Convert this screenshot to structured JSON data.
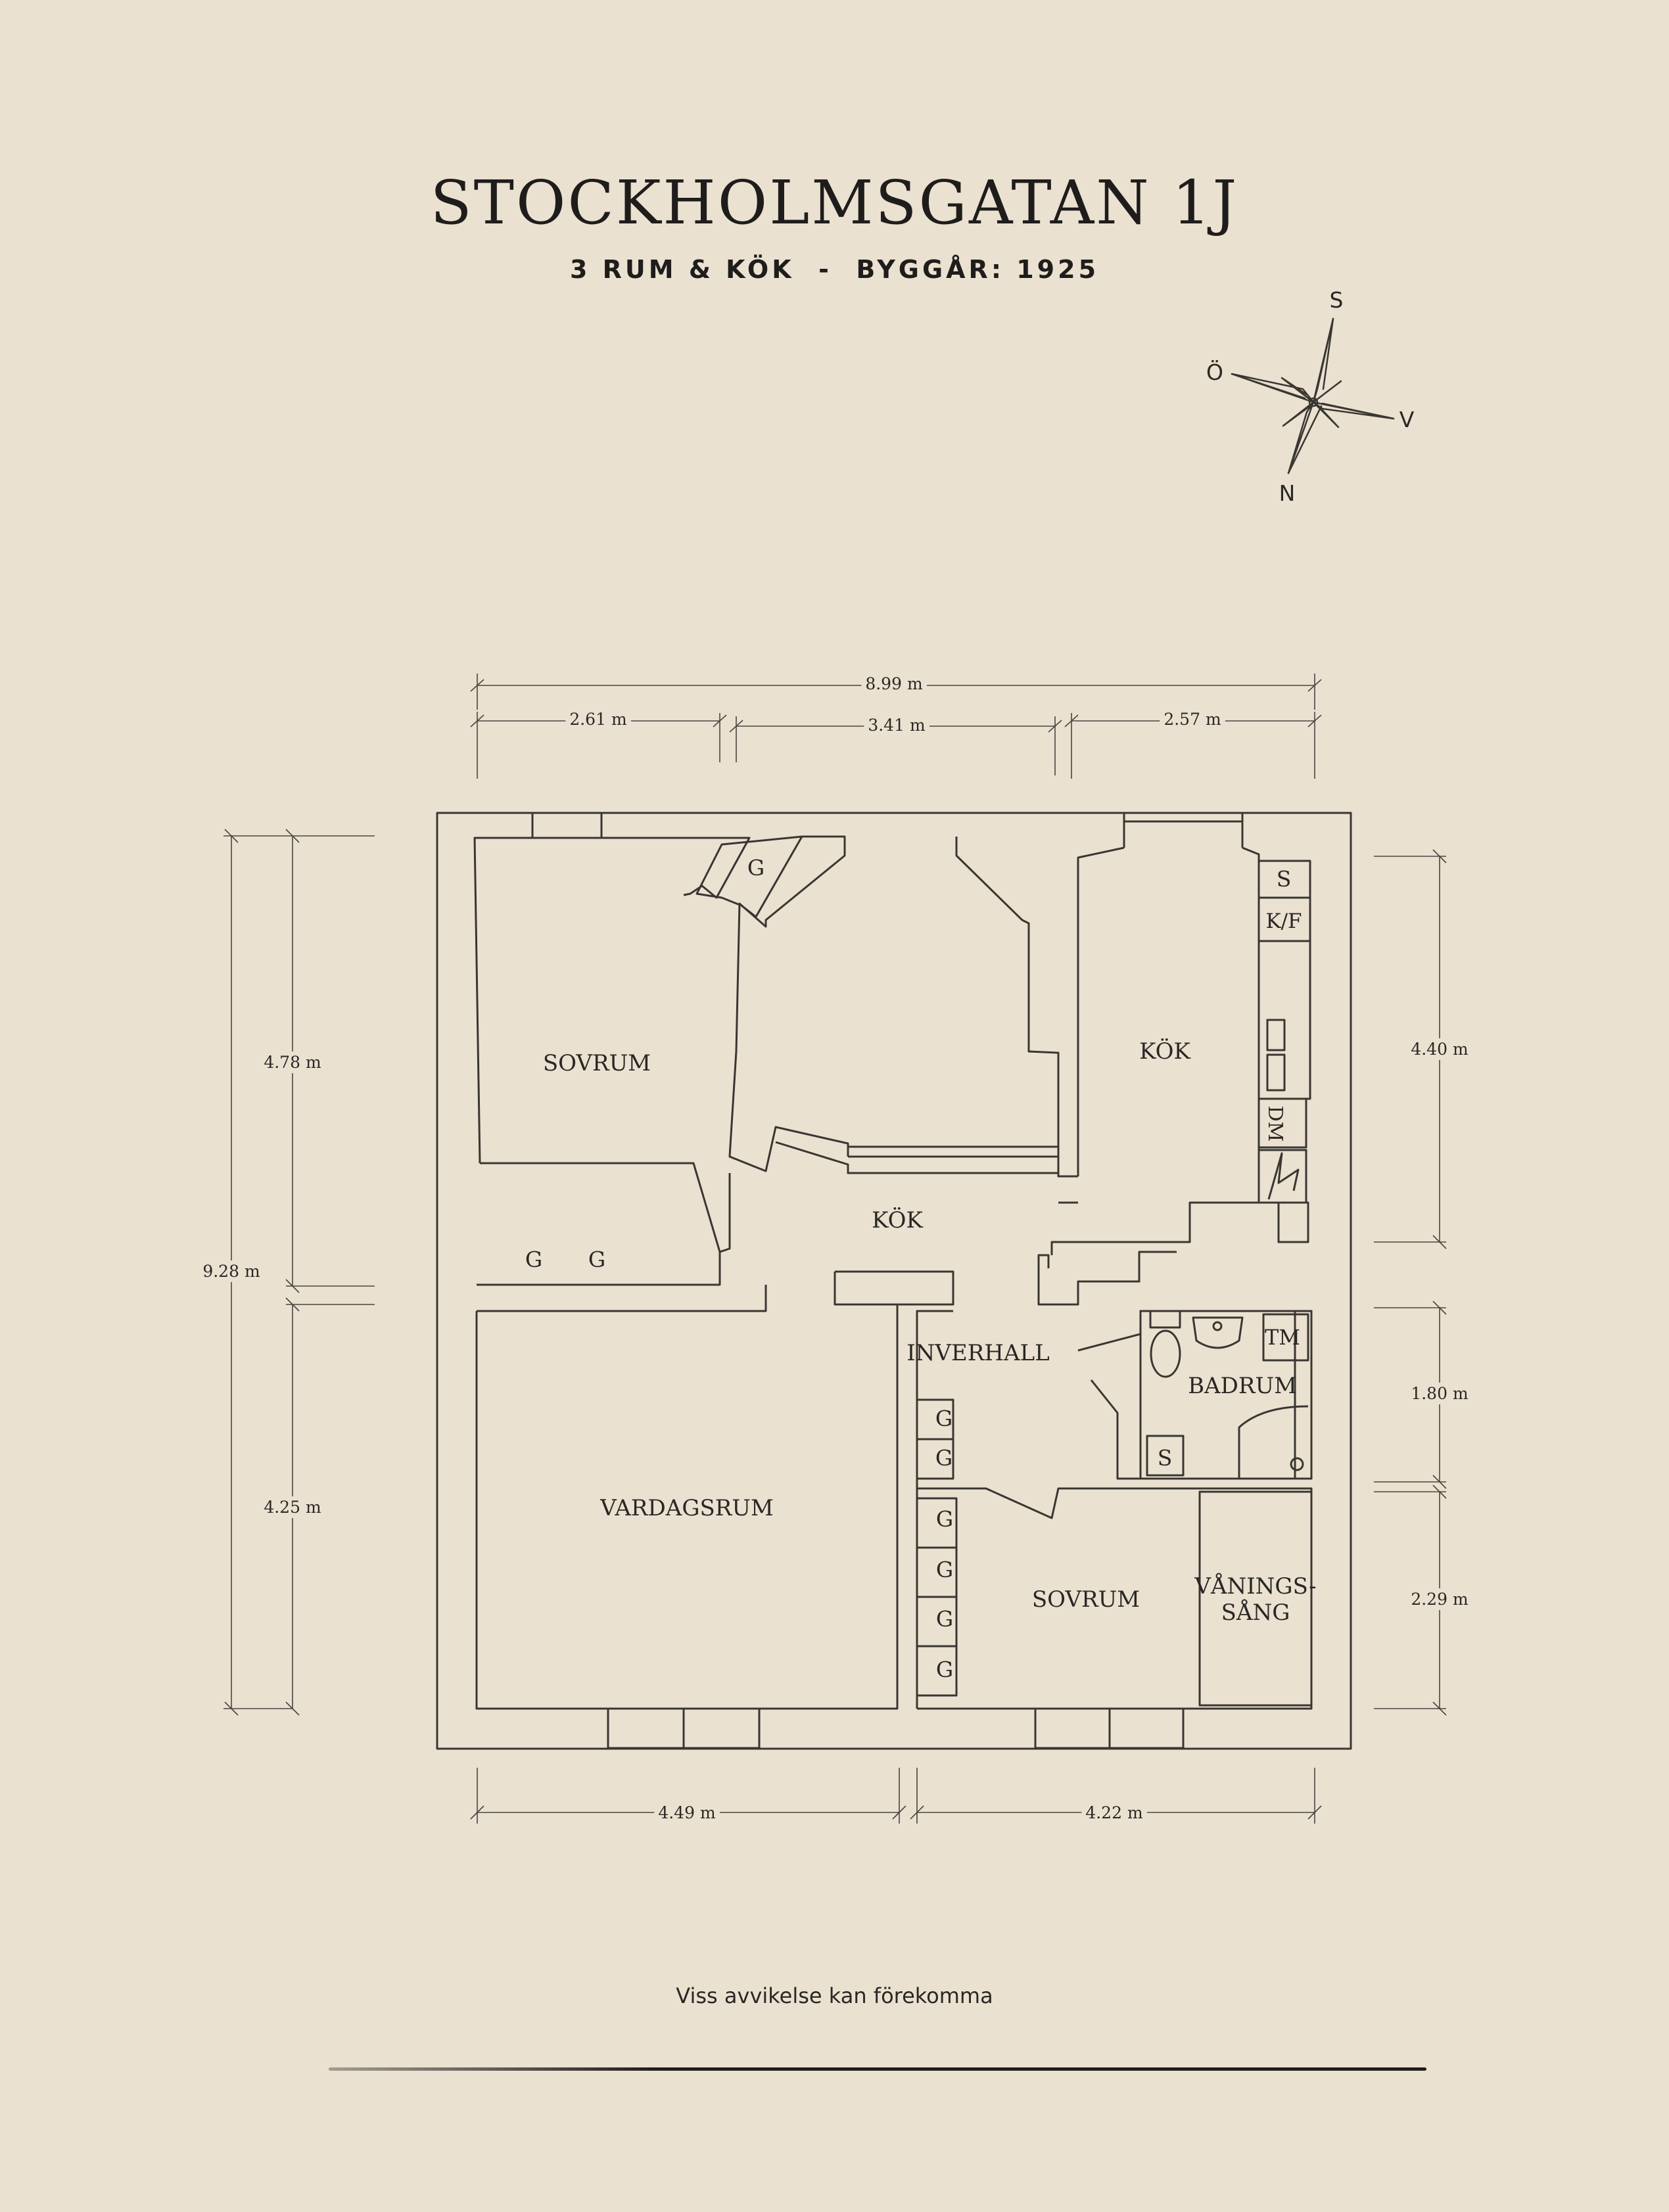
{
  "header": {
    "title": "STOCKHOLMSGATAN 1J",
    "subtitle": "3 RUM & KÖK  -  BYGGÅR: 1925"
  },
  "compass": {
    "top": "S",
    "left": "Ö",
    "right": "V",
    "bottom": "N"
  },
  "rooms": {
    "sovrum_1": "SOVRUM",
    "kok_upper": "KÖK",
    "kok_middle": "KÖK",
    "vardagsrum": "VARDAGSRUM",
    "inverhall": "INVERHALL",
    "badrum": "BADRUM",
    "sovrum_2": "SOVRUM",
    "vaningssang_line1": "VÅNINGS-",
    "vaningssang_line2": "SÅNG"
  },
  "fixtures": {
    "wardrobe": "G",
    "stove": "S",
    "fridge_freezer": "K/F",
    "dishwasher": "DM",
    "washer": "TM",
    "bath_cabinet": "S"
  },
  "dimensions": {
    "top_total": "8.99 m",
    "top_left": "2.61 m",
    "top_middle": "3.41 m",
    "top_right": "2.57 m",
    "left_total": "9.28 m",
    "left_upper": "4.78 m",
    "left_lower": "4.25 m",
    "right_upper": "4.40 m",
    "right_middle": "1.80 m",
    "right_lower": "2.29 m",
    "bottom_left": "4.49 m",
    "bottom_right": "4.22 m"
  },
  "footer": {
    "disclaimer": "Viss avvikelse kan förekomma"
  },
  "colors": {
    "background": "#ebe1d1",
    "ink": "#1f1d1b",
    "line": "#3a3632"
  }
}
